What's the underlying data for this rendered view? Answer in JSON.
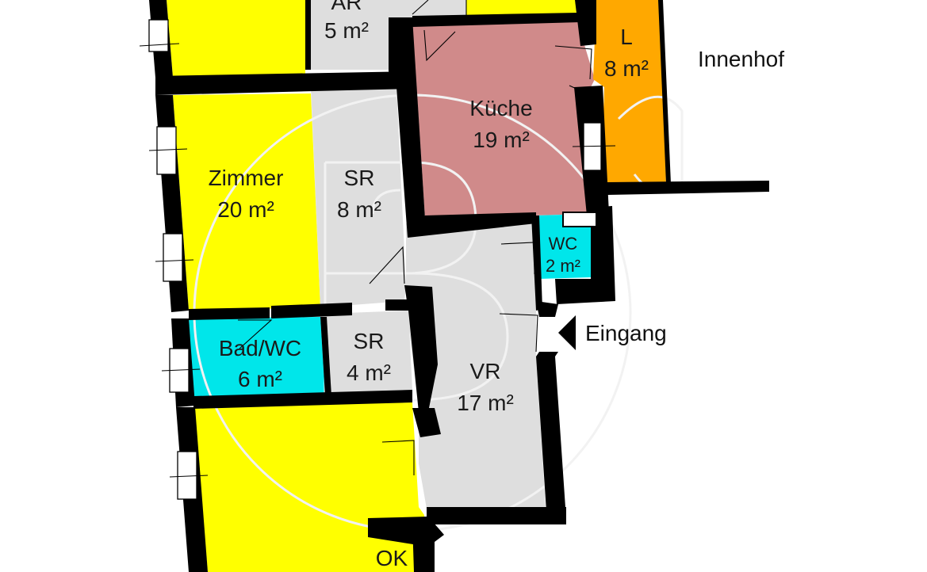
{
  "colors": {
    "living": "#ffff00",
    "service": "#dedede",
    "kitchen": "#d08a8a",
    "loggia": "#ffa800",
    "wet": "#00e6ea",
    "wall": "#000000",
    "watermark": "#f2f2f2"
  },
  "rooms": {
    "ar": {
      "name": "AR",
      "area": "5 m²"
    },
    "l": {
      "name": "L",
      "area": "8 m²"
    },
    "kueche": {
      "name": "Küche",
      "area": "19 m²"
    },
    "zimmer": {
      "name": "Zimmer",
      "area": "20 m²"
    },
    "sr_top": {
      "name": "SR",
      "area": "8 m²"
    },
    "wc": {
      "name": "WC",
      "area": "2 m²"
    },
    "bad": {
      "name": "Bad/WC",
      "area": "6 m²"
    },
    "sr_small": {
      "name": "SR",
      "area": "4 m²"
    },
    "vr": {
      "name": "VR",
      "area": "17 m²"
    },
    "ok": {
      "name": "OK"
    }
  },
  "labels": {
    "innenhof": "Innenhof",
    "eingang": "Eingang"
  },
  "icons": {
    "entrance": "entrance-arrow-icon",
    "watermark": "watermark-logo"
  }
}
